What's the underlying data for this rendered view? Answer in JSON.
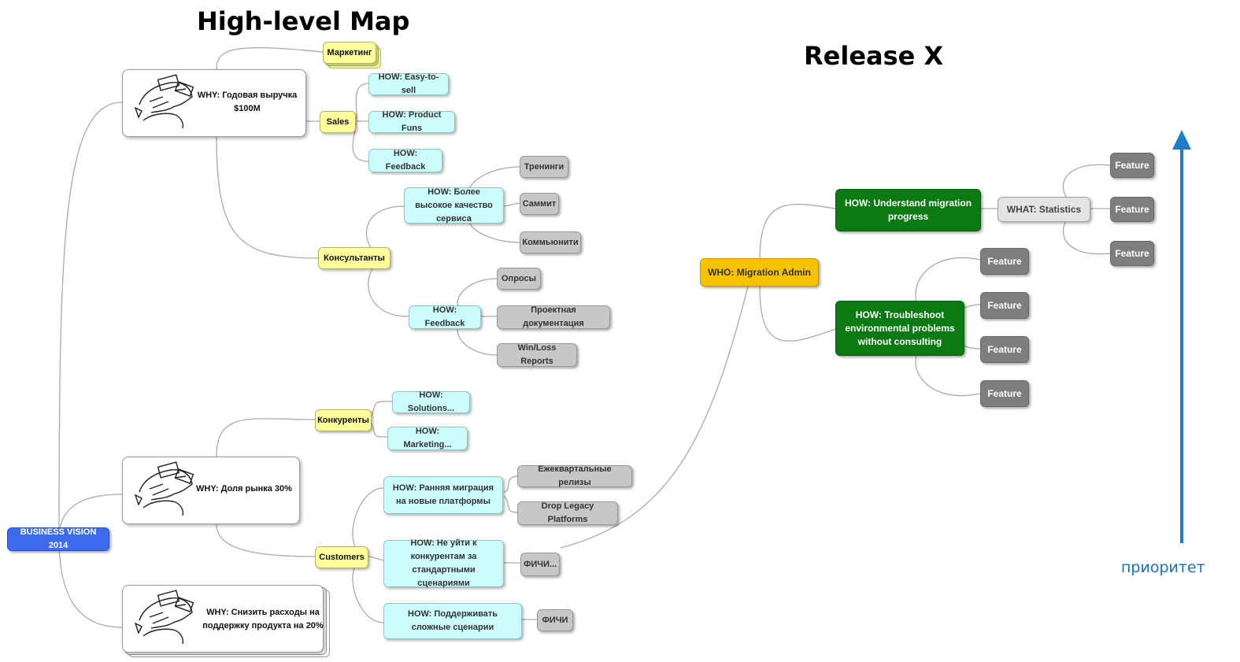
{
  "titles": {
    "left": "High-level Map",
    "right": "Release X"
  },
  "root": "BUSINESS VISION 2014",
  "why": {
    "w1": "WHY: Годовая выручка $100M",
    "w2": "WHY: Доля рынка 30%",
    "w3": "WHY: Снизить расходы на поддержку продукта на 20%"
  },
  "yellow": {
    "marketing": "Маркетинг",
    "sales": "Sales",
    "consultants": "Консультанты",
    "competitors": "Конкуренты",
    "customers": "Customers"
  },
  "how": {
    "easy": "HOW: Easy-to-sell",
    "funs": "HOW: Product Funs",
    "feedback1": "HOW: Feedback",
    "quality": "HOW: Более высокое качество сервиса",
    "feedback2": "HOW: Feedback",
    "solutions": "HOW: Solutions...",
    "marketing": "HOW: Marketing...",
    "migration": "HOW: Ранняя миграция на новые платформы",
    "competitors": "HOW: Не уйти к конкурентам за стандартными сценариями",
    "complex": "HOW: Поддерживать сложные сценарии"
  },
  "gray": {
    "trainings": "Тренинги",
    "summit": "Саммит",
    "community": "Коммьюнити",
    "polls": "Опросы",
    "docs": "Проектная документация",
    "winloss": "Win/Loss Reports",
    "quarterly": "Ежеквартальные релизы",
    "legacy": "Drop Legacy Platforms",
    "fichi1": "ФИЧИ...",
    "fichi2": "ФИЧИ"
  },
  "release": {
    "who": "WHO: Migration Admin",
    "how1": "HOW: Understand migration progress",
    "how2": "HOW: Troubleshoot environmental problems without consulting",
    "what": "WHAT: Statistics",
    "feature": "Feature"
  },
  "priority": {
    "label": "приоритет",
    "color": "#1a7fc8"
  },
  "colors": {
    "root": "#3d6bf0",
    "yellow": "#ffff9c",
    "cyan": "#ccfcfc",
    "gray": "#c7c7c7",
    "dark_gray": "#7e7e7e",
    "green": "#0c7a12",
    "orange": "#f7c200"
  }
}
